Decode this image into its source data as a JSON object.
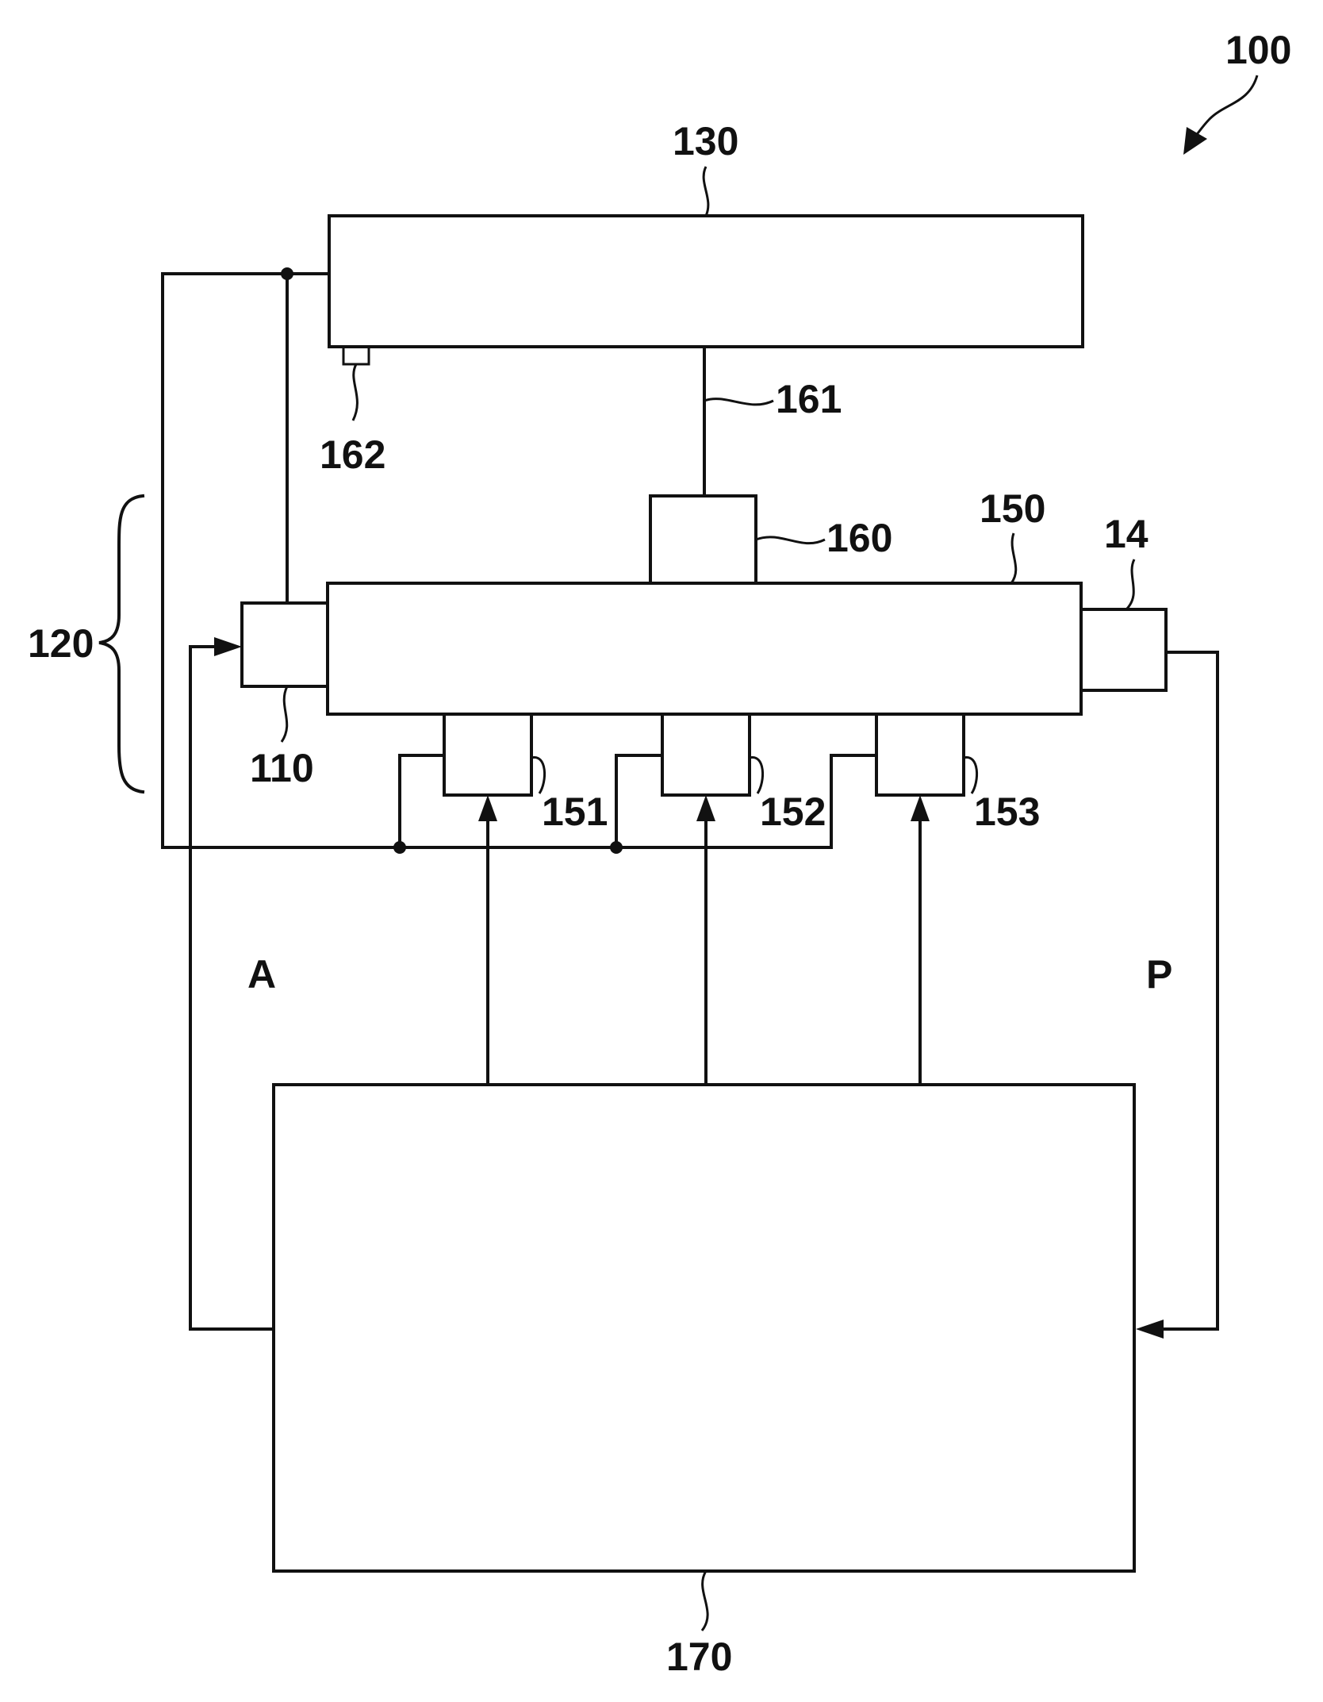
{
  "figure": {
    "system_ref": "100",
    "labels": {
      "l130": "130",
      "l161": "161",
      "l162": "162",
      "l160": "160",
      "l150": "150",
      "l14": "14",
      "l120": "120",
      "l110": "110",
      "l151": "151",
      "l152": "152",
      "l153": "153",
      "lA": "A",
      "lP": "P",
      "l170": "170"
    }
  }
}
